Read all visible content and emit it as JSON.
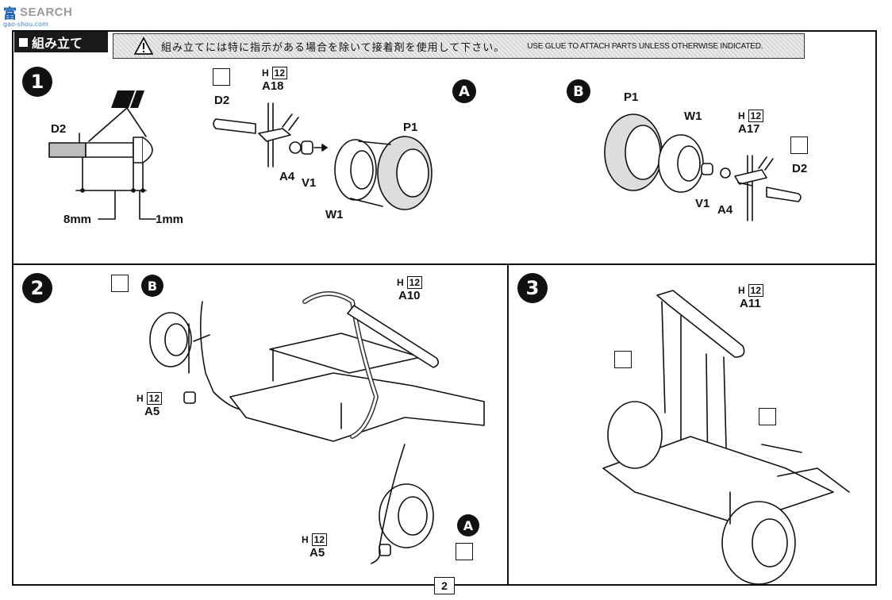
{
  "watermark": {
    "cn": "富",
    "en": "SEARCH",
    "sub": "gao-shou.com"
  },
  "header": {
    "section_label": "組み立て",
    "warning_jp": "組み立てには特に指示がある場合を除いて接着剤を使用して下さい。",
    "warning_en": "USE GLUE TO ATTACH PARTS UNLESS OTHERWISE INDICATED."
  },
  "step1": {
    "number": "1",
    "d2_label": "D2",
    "dim_8mm": "8mm",
    "dim_1mm": "1mm",
    "assembly_a": {
      "marker": "A",
      "d2": "D2",
      "h_label": "H",
      "h_num": "12",
      "a18": "A18",
      "a4": "A4",
      "v1": "V1",
      "p1": "P1",
      "w1": "W1"
    },
    "assembly_b": {
      "marker": "B",
      "p1": "P1",
      "w1": "W1",
      "h_label": "H",
      "h_num": "12",
      "a17": "A17",
      "d2": "D2",
      "v1": "V1",
      "a4": "A4"
    }
  },
  "step2": {
    "number": "2",
    "marker_b": "B",
    "marker_a": "A",
    "h_label": "H",
    "h_num": "12",
    "a10": "A10",
    "a5_top": "A5",
    "a5_bottom": "A5"
  },
  "step3": {
    "number": "3",
    "h_label": "H",
    "h_num": "12",
    "a11": "A11"
  },
  "page_number": "2",
  "colors": {
    "ink": "#111111",
    "watermark_blue": "#1b5fb0",
    "watermark_grey": "#9a9a9a"
  }
}
